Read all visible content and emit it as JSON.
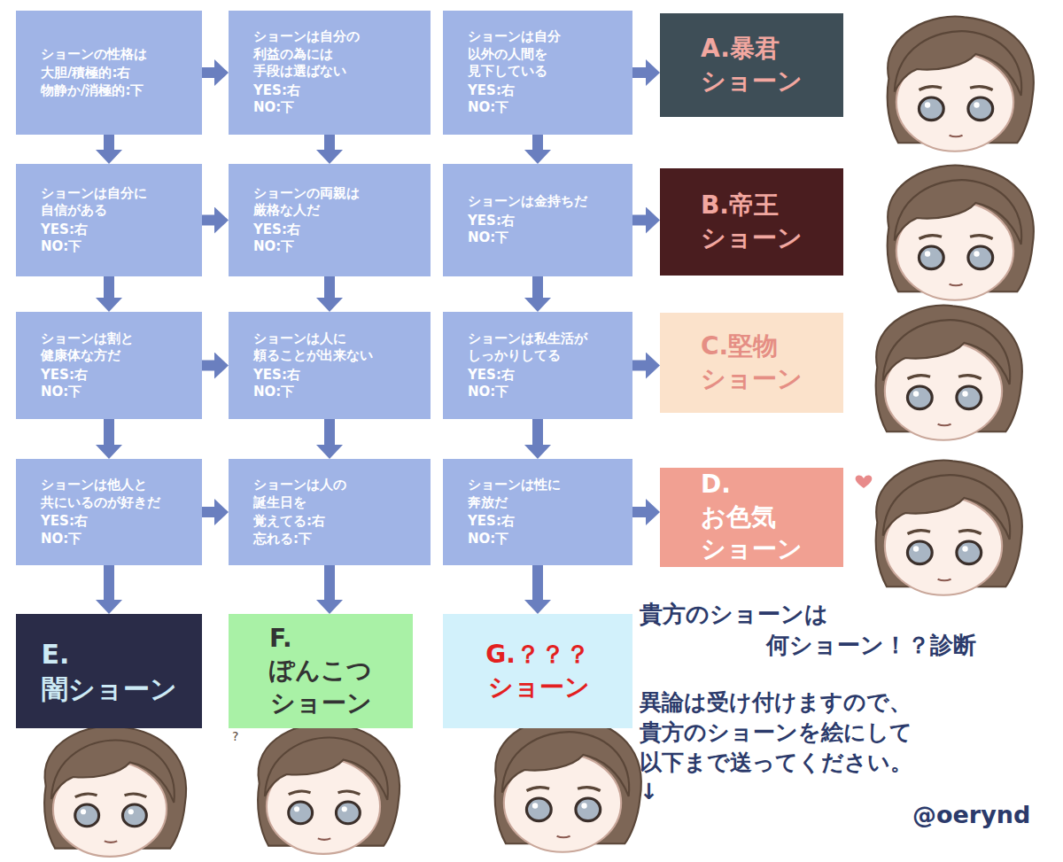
{
  "diagram": {
    "title": "貴方のショーンは 何ショーン！？診断",
    "nodes": [
      {
        "text": [
          "ショーンの性格は",
          "大胆/積極的:右",
          "物静か/消極的:下"
        ]
      },
      {
        "text": [
          "ショーンは自分の 利益の為には 手段は選ばない",
          "YES:右",
          "NO:下"
        ]
      },
      {
        "text": [
          "ショーンは自分 以外の人間を 見下している",
          "YES:右",
          "NO:下"
        ]
      },
      {
        "text": [
          "A.暴君 ショーン"
        ]
      },
      {
        "text": [
          "ショーンは自分に 自信がある",
          "YES:右",
          "NO:下"
        ]
      },
      {
        "text": [
          "ショーンの両親は 厳格な人だ",
          "YES:右",
          "NO:下"
        ]
      },
      {
        "text": [
          "ショーンは金持ちだ",
          "YES:右",
          "NO:下"
        ]
      },
      {
        "text": [
          "B.帝王 ショーン"
        ]
      },
      {
        "text": [
          "ショーンは割と 健康体な方だ",
          "YES:右",
          "NO:下"
        ]
      },
      {
        "text": [
          "ショーンは人に 頼ることが出来ない",
          "YES:右",
          "NO:下"
        ]
      },
      {
        "text": [
          "ショーンは私生活が しっかりしてる",
          "YES:右",
          "NO:下"
        ]
      },
      {
        "text": [
          "C.堅物 ショーン"
        ]
      },
      {
        "text": [
          "ショーンは他人と 共にいるのが好きだ",
          "YES:右",
          "NO:下"
        ]
      },
      {
        "text": [
          "ショーンは人の 誕生日を",
          "覚えてる:右",
          "忘れる:下"
        ]
      },
      {
        "text": [
          "ショーンは性に 奔放だ",
          "YES:右",
          "NO:下"
        ]
      },
      {
        "text": [
          "D.お色気 ショーン"
        ]
      },
      {
        "text": [
          "E.闇ショーン"
        ]
      },
      {
        "text": [
          "F.ぽんこつ ショーン"
        ]
      },
      {
        "text": [
          "G.？？？ ショーン"
        ]
      }
    ],
    "edges": [
      {
        "from": 0,
        "to": 1,
        "arrow": "to"
      },
      {
        "from": 1,
        "to": 2,
        "arrow": "to"
      },
      {
        "from": 2,
        "to": 3,
        "arrow": "to"
      },
      {
        "from": 0,
        "to": 4,
        "arrow": "to"
      },
      {
        "from": 1,
        "to": 5,
        "arrow": "to"
      },
      {
        "from": 2,
        "to": 6,
        "arrow": "to"
      },
      {
        "from": 4,
        "to": 5,
        "arrow": "to"
      },
      {
        "from": 5,
        "to": 6,
        "arrow": "to"
      },
      {
        "from": 6,
        "to": 7,
        "arrow": "to"
      },
      {
        "from": 4,
        "to": 8,
        "arrow": "to"
      },
      {
        "from": 5,
        "to": 9,
        "arrow": "to"
      },
      {
        "from": 6,
        "to": 10,
        "arrow": "to"
      },
      {
        "from": 8,
        "to": 9,
        "arrow": "to"
      },
      {
        "from": 9,
        "to": 10,
        "arrow": "to"
      },
      {
        "from": 10,
        "to": 11,
        "arrow": "to"
      },
      {
        "from": 8,
        "to": 12,
        "arrow": "to"
      },
      {
        "from": 9,
        "to": 13,
        "arrow": "to"
      },
      {
        "from": 10,
        "to": 14,
        "arrow": "to"
      },
      {
        "from": 12,
        "to": 13,
        "arrow": "to"
      },
      {
        "from": 13,
        "to": 14,
        "arrow": "to"
      },
      {
        "from": 14,
        "to": 15,
        "arrow": "to"
      },
      {
        "from": 12,
        "to": 16,
        "arrow": "to"
      },
      {
        "from": 13,
        "to": 17,
        "arrow": "to"
      },
      {
        "from": 14,
        "to": 18,
        "arrow": "to"
      }
    ],
    "labels": [
      "異論は受け付けますので、 貴方のショーンを絵にして 以下まで送ってください。↓",
      "@oerynd",
      "?"
    ]
  }
}
